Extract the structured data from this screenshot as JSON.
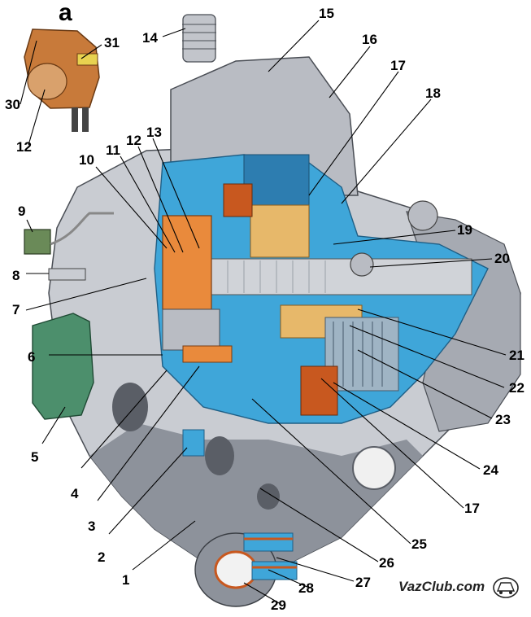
{
  "inset_letter": "а",
  "watermark": "VazClub.com",
  "callouts": [
    "1",
    "2",
    "3",
    "4",
    "5",
    "6",
    "7",
    "8",
    "9",
    "10",
    "11",
    "12",
    "13",
    "14",
    "15",
    "16",
    "17",
    "18",
    "19",
    "20",
    "21",
    "22",
    "23",
    "24",
    "25",
    "26",
    "27",
    "28",
    "29",
    "30",
    "31",
    "12",
    "17"
  ],
  "colors": {
    "cutaway": "#3fa6d9",
    "housing": "#c9ccd2",
    "housing_shadow": "#8d929b",
    "stator_gold": "#e7b86a",
    "winding_copper": "#c8581f",
    "brush_orange": "#e98a3c",
    "regulator_green": "#4c8f6c",
    "regulator_inset": "#c87a3a"
  }
}
